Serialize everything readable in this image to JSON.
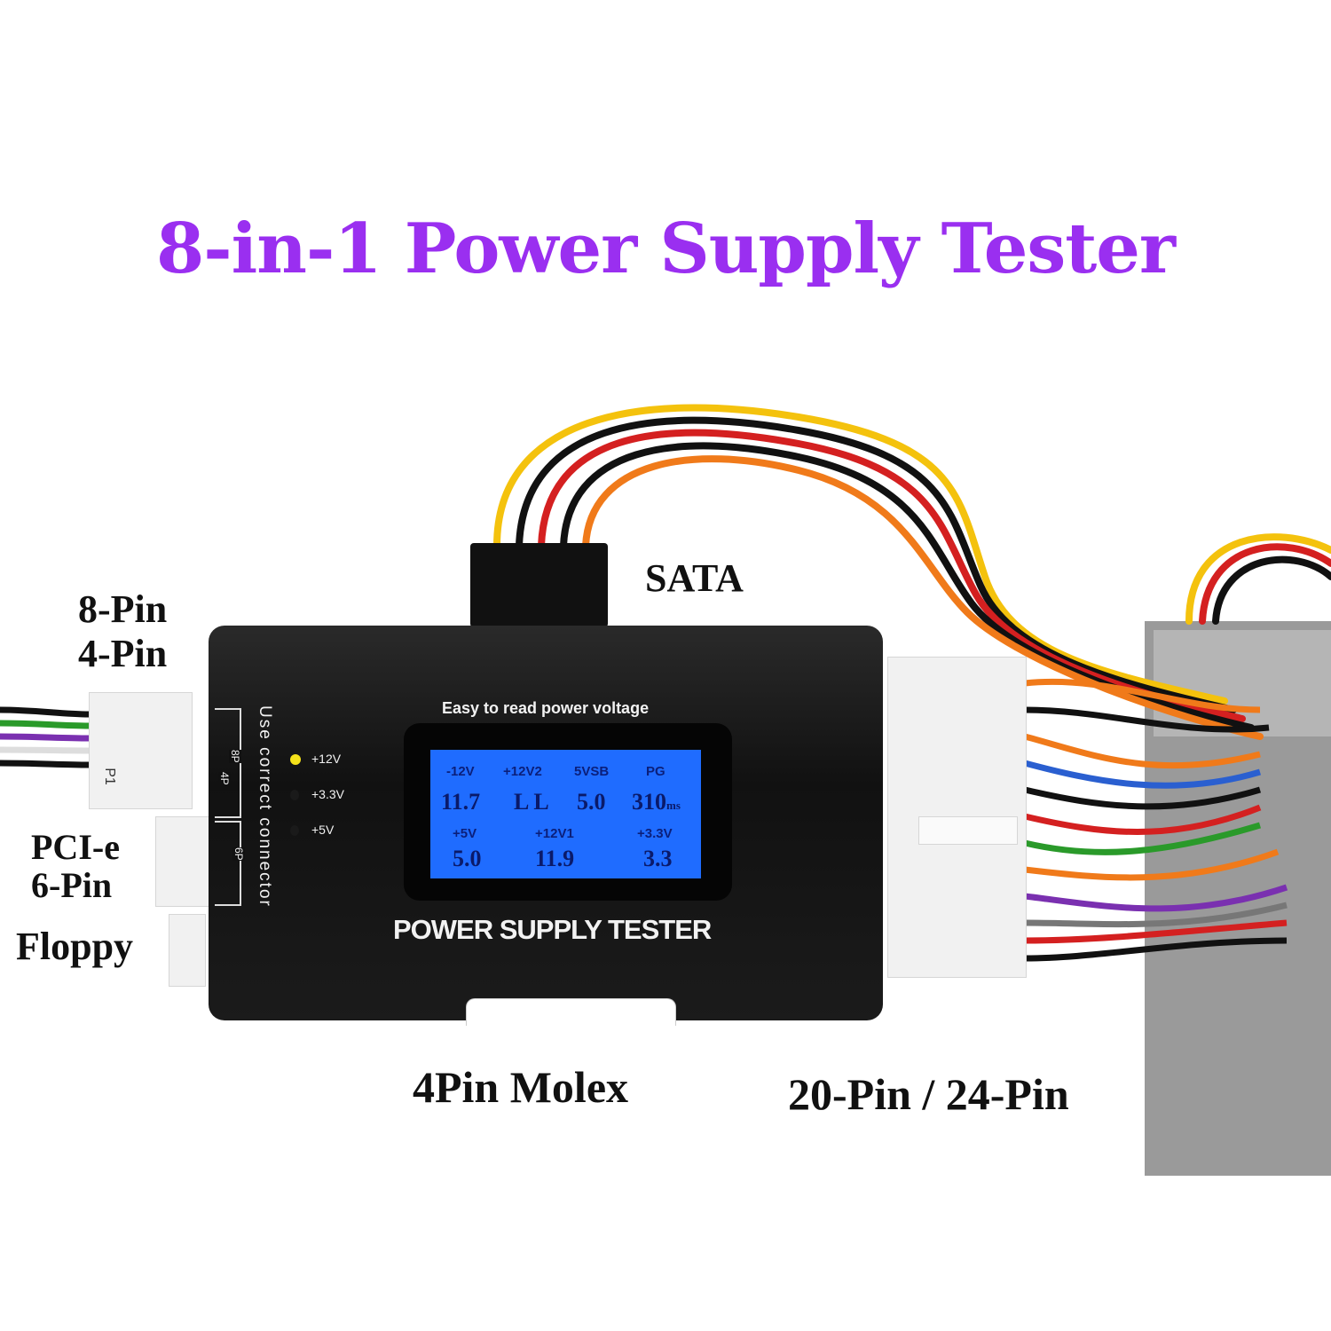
{
  "title": "8-in-1 Power Supply Tester",
  "labels": {
    "sata": "SATA",
    "eight_pin": "8-Pin",
    "four_pin": "4-Pin",
    "pcie": "PCI-e",
    "six_pin": "6-Pin",
    "floppy": "Floppy",
    "molex": "4Pin Molex",
    "atx": "20-Pin / 24-Pin"
  },
  "device": {
    "top_caption": "Easy to read power voltage",
    "bottom_caption": "POWER SUPPLY TESTER",
    "side_caption": "Use correct connector",
    "bracket_labels": [
      "8P",
      "4P",
      "6P"
    ],
    "connector_mark": "P1",
    "leds": [
      {
        "label": "+12V",
        "on": true,
        "color": "#f5e21a"
      },
      {
        "label": "+3.3V",
        "on": false,
        "color": "#1a1a1a"
      },
      {
        "label": "+5V",
        "on": false,
        "color": "#1a1a1a"
      }
    ],
    "lcd": {
      "row1": [
        {
          "label": "-12V",
          "value": "11.7"
        },
        {
          "label": "+12V2",
          "value": "L L"
        },
        {
          "label": "5VSB",
          "value": "5.0"
        },
        {
          "label": "PG",
          "value": "310",
          "unit": "ms"
        }
      ],
      "row2": [
        {
          "label": "+5V",
          "value": "5.0"
        },
        {
          "label": "+12V1",
          "value": "11.9"
        },
        {
          "label": "+3.3V",
          "value": "3.3"
        }
      ]
    }
  }
}
